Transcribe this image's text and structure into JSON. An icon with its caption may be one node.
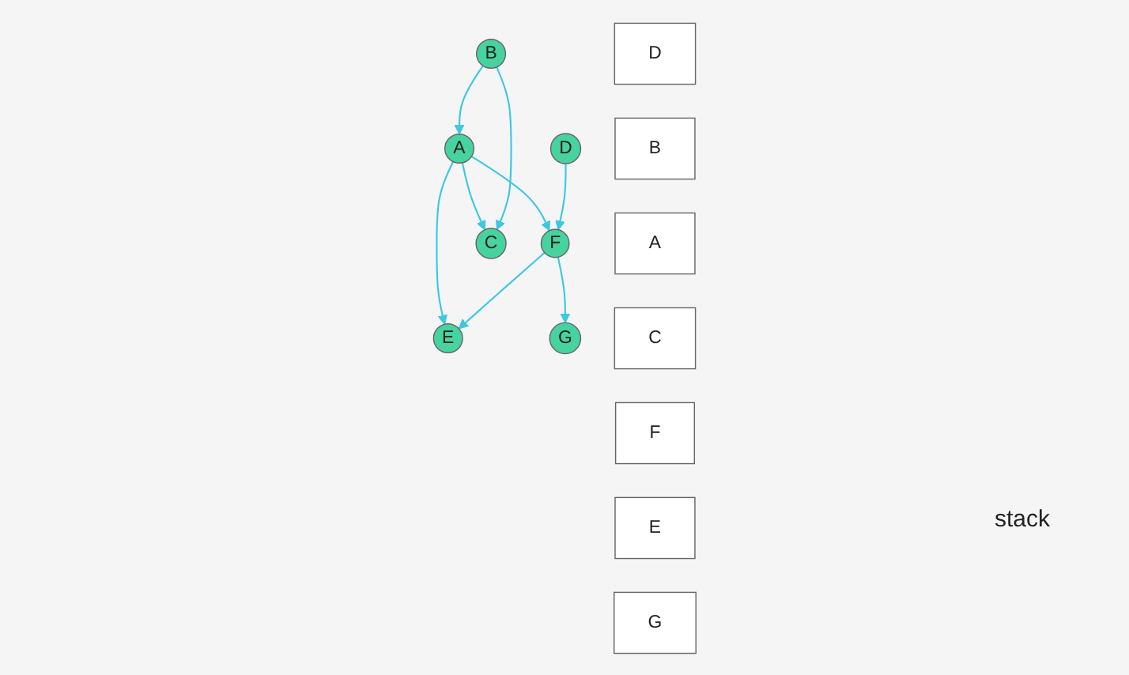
{
  "diagram": {
    "nodes": [
      {
        "text": [
          "A"
        ]
      },
      {
        "text": [
          "F"
        ]
      },
      {
        "text": [
          "B"
        ]
      },
      {
        "text": [
          "E"
        ]
      },
      {
        "text": [
          "G"
        ]
      },
      {
        "text": [
          "C"
        ]
      },
      {
        "text": [
          "D"
        ]
      },
      {
        "text": [
          "D"
        ]
      },
      {
        "text": [
          "B"
        ]
      },
      {
        "text": [
          "A"
        ]
      },
      {
        "text": [
          "C"
        ]
      },
      {
        "text": [
          "F"
        ]
      },
      {
        "text": [
          "E"
        ]
      },
      {
        "text": [
          "G"
        ]
      }
    ],
    "edges": [
      {
        "from": 0,
        "to": 1,
        "arrow": "to"
      },
      {
        "from": 0,
        "to": 3,
        "arrow": "to"
      },
      {
        "from": 0,
        "to": 5,
        "arrow": "to"
      },
      {
        "from": 2,
        "to": 0,
        "arrow": "to"
      },
      {
        "from": 2,
        "to": 5,
        "arrow": "to"
      },
      {
        "from": 1,
        "to": 3,
        "arrow": "to"
      },
      {
        "from": 1,
        "to": 4,
        "arrow": "to"
      },
      {
        "from": 6,
        "to": 1,
        "arrow": "to"
      }
    ],
    "labels": [
      "stack"
    ]
  }
}
